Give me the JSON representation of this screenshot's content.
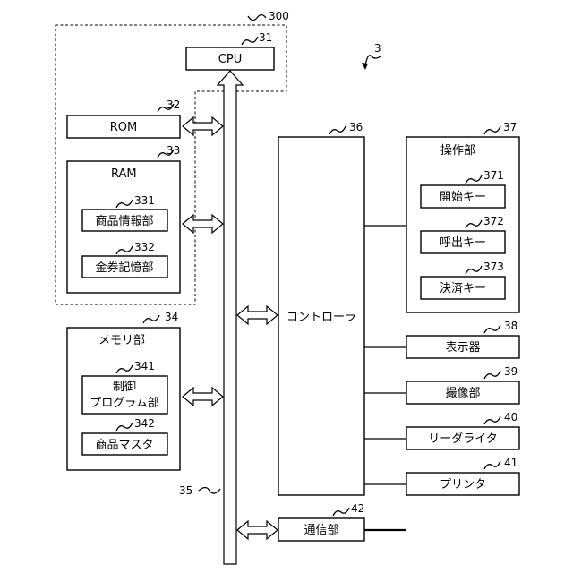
{
  "figure": {
    "device_ref": "3",
    "control_ref": "300",
    "cpu": {
      "label": "CPU",
      "ref": "31"
    },
    "rom": {
      "label": "ROM",
      "ref": "32"
    },
    "ram": {
      "label": "RAM",
      "ref": "33",
      "product_info": {
        "label": "商品情報部",
        "ref": "331"
      },
      "voucher_storage": {
        "label": "金券記憶部",
        "ref": "332"
      }
    },
    "memory": {
      "label": "メモリ部",
      "ref": "34",
      "control_program": {
        "line1": "制御",
        "line2": "プログラム部",
        "ref": "341"
      },
      "product_master": {
        "label": "商品マスタ",
        "ref": "342"
      }
    },
    "bus": {
      "ref": "35"
    },
    "controller": {
      "label": "コントローラ",
      "ref": "36"
    },
    "operation": {
      "label": "操作部",
      "ref": "37",
      "start_key": {
        "label": "開始キー",
        "ref": "371"
      },
      "call_key": {
        "label": "呼出キー",
        "ref": "372"
      },
      "settle_key": {
        "label": "決済キー",
        "ref": "373"
      }
    },
    "display": {
      "label": "表示器",
      "ref": "38"
    },
    "camera": {
      "label": "撮像部",
      "ref": "39"
    },
    "reader_writer": {
      "label": "リーダライタ",
      "ref": "40"
    },
    "printer": {
      "label": "プリンタ",
      "ref": "41"
    },
    "comm": {
      "label": "通信部",
      "ref": "42"
    }
  }
}
